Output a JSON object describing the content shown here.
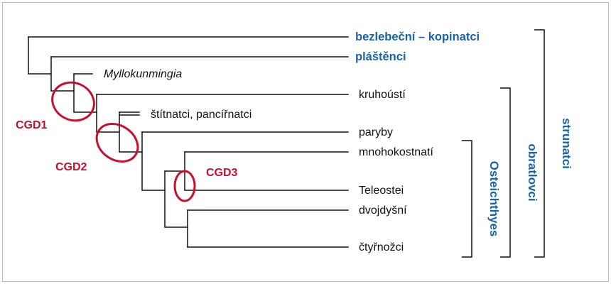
{
  "colors": {
    "branch": "#111111",
    "blue_label": "#1a63a8",
    "cgd_red": "#c8102e",
    "frame_border": "#bdbdbd"
  },
  "taxa": {
    "cephalochordates": "bezlebeční – kopinatci",
    "tunicates": "pláštěnci",
    "myllokunmingia": "Myllokunmingia",
    "cyclostomes": "kruhoústí",
    "placoderms": "štítnatci, pancířnatci",
    "chondrichthyes": "paryby",
    "polypteriformes": "mnohokostnatí",
    "teleostei": "Teleostei",
    "dipnoi": "dvojdyšní",
    "tetrapoda": "čtyřnožci"
  },
  "events": {
    "cgd1": "CGD1",
    "cgd2": "CGD2",
    "cgd3": "CGD3"
  },
  "groups": {
    "osteichthyes": "Osteichthyes",
    "vertebrates": "obratlovci",
    "chordates": "strunatci"
  }
}
